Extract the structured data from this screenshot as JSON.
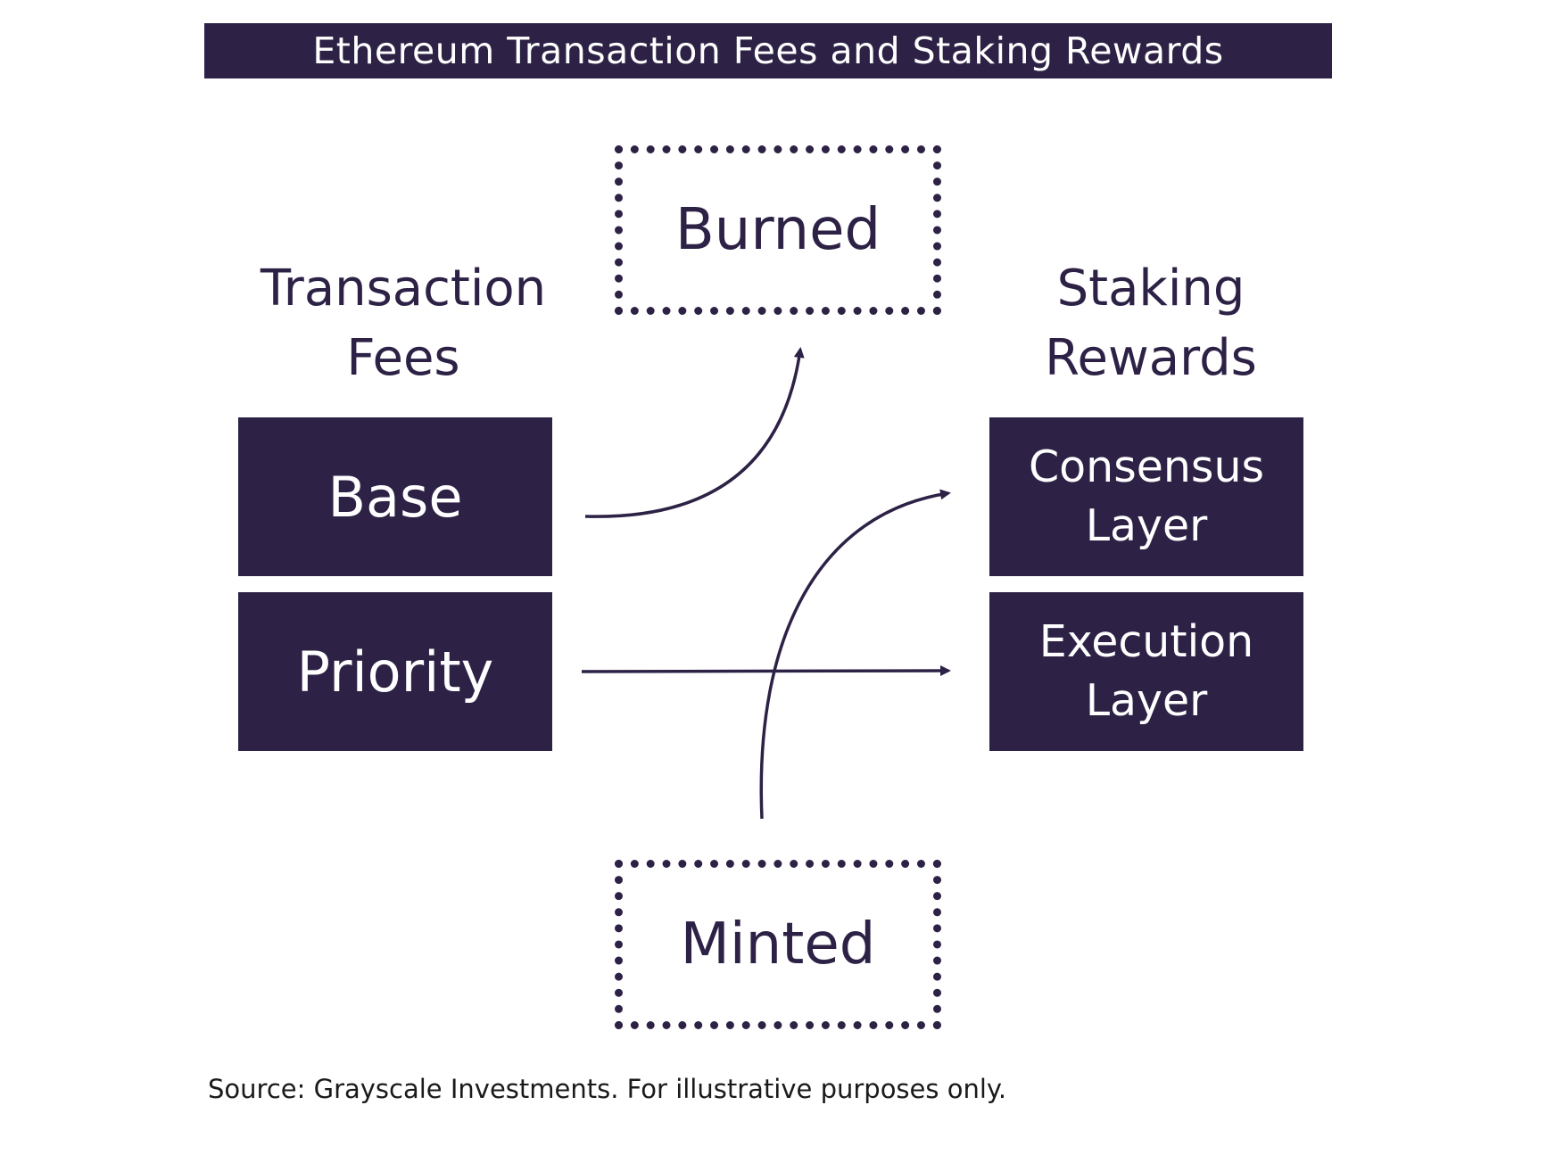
{
  "title": "Ethereum Transaction Fees and Staking Rewards",
  "left_heading": [
    "Transaction",
    "Fees"
  ],
  "right_heading": [
    "Staking",
    "Rewards"
  ],
  "fee_boxes": {
    "base": "Base",
    "priority": "Priority"
  },
  "reward_boxes": {
    "consensus": [
      "Consensus",
      "Layer"
    ],
    "execution": [
      "Execution",
      "Layer"
    ]
  },
  "burned": "Burned",
  "minted": "Minted",
  "source": "Source: Grayscale Investments. For illustrative purposes only.",
  "colors": {
    "primary": "#2d2246",
    "text_on_primary": "#ffffff",
    "background": "#ffffff"
  }
}
